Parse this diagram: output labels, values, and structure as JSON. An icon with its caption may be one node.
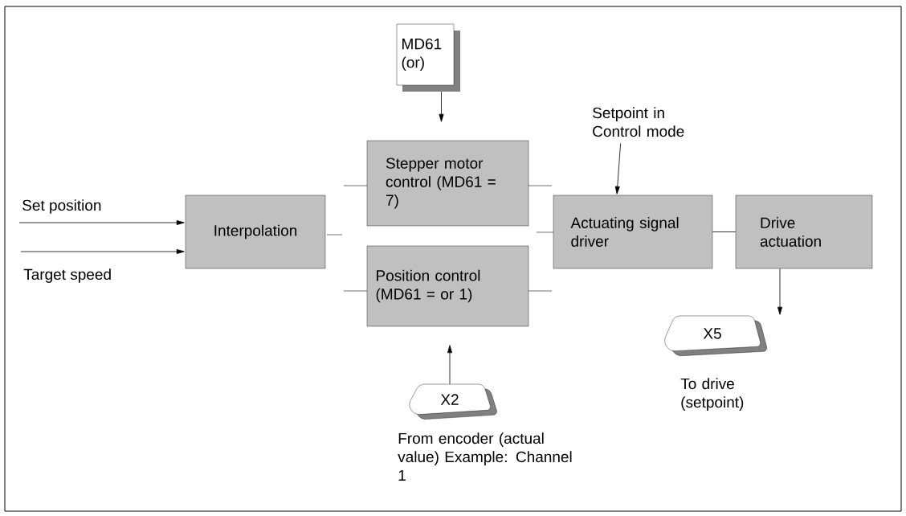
{
  "diagram": {
    "nodes": [
      {
        "text": [
          "MD61 (or)"
        ]
      },
      {
        "text": [
          "Stepper motor control (MD61 = 7)"
        ]
      },
      {
        "text": [
          "Interpolation"
        ]
      },
      {
        "text": [
          "Position control (MD61 = or 1)"
        ]
      },
      {
        "text": [
          "Actuating signal driver"
        ]
      },
      {
        "text": [
          "Drive actuation"
        ]
      },
      {
        "text": [
          "X2"
        ],
        "beside": [
          "From encoder (actual value) Example: Channel 1"
        ]
      },
      {
        "text": [
          "X5"
        ],
        "beside": [
          "To drive (setpoint)"
        ]
      },
      {
        "text": [
          "Setpoint in Control mode"
        ]
      }
    ],
    "edges": [
      {
        "from": 0,
        "to": 1,
        "arrow": "to"
      },
      {
        "from": null,
        "to": 2,
        "arrow": "to",
        "label": "Set position"
      },
      {
        "from": null,
        "to": 2,
        "arrow": "to",
        "label": "Target speed"
      },
      {
        "from": 8,
        "to": 4,
        "arrow": "to"
      },
      {
        "from": 6,
        "to": 3,
        "arrow": "to"
      },
      {
        "from": 4,
        "to": 5,
        "arrow": "none"
      },
      {
        "from": 5,
        "to": 7,
        "arrow": "to"
      }
    ]
  }
}
